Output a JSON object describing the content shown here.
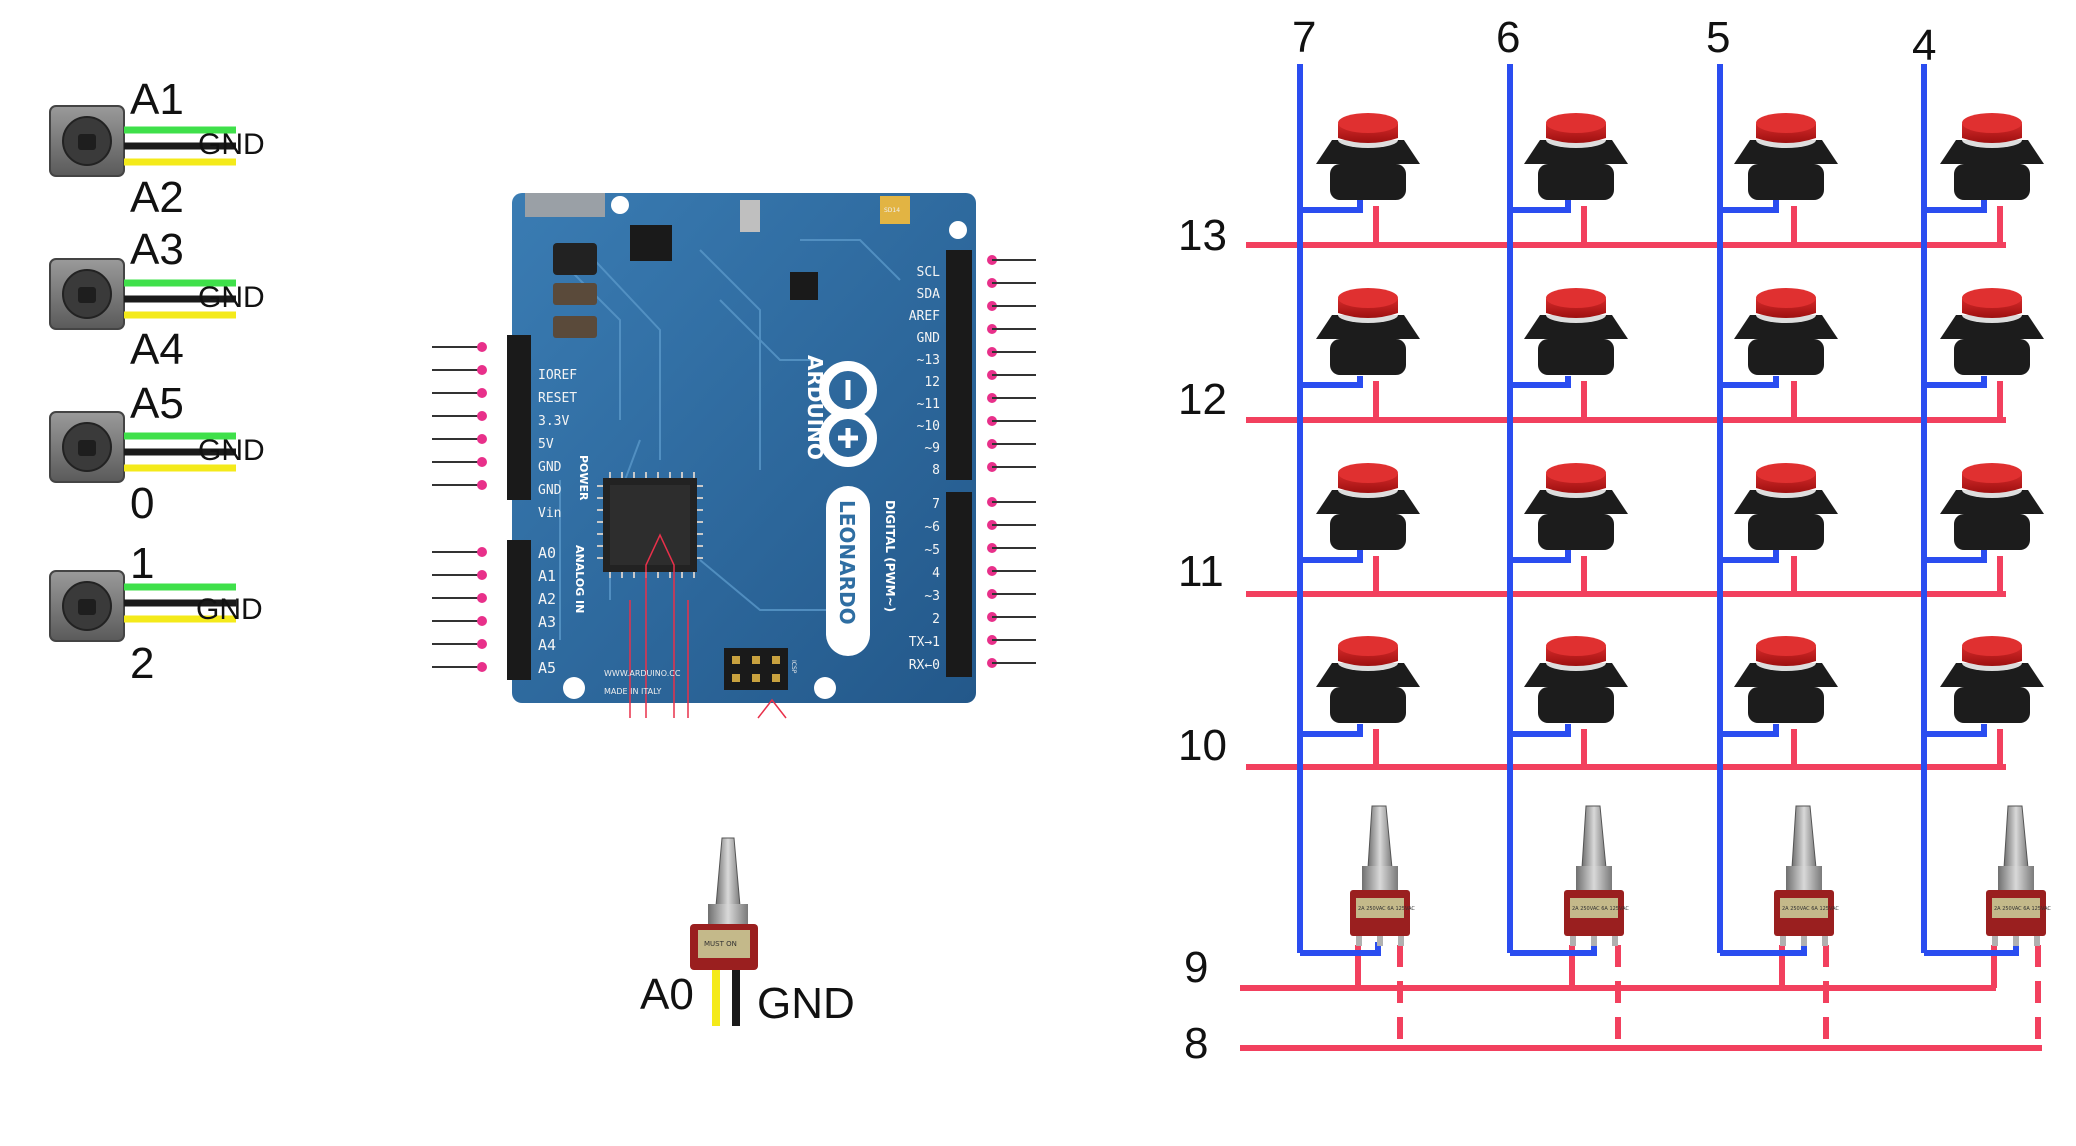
{
  "encoders": [
    {
      "top_label": "A1",
      "bottom_label": "A2",
      "gnd_label": "GND"
    },
    {
      "top_label": "A3",
      "bottom_label": "A4",
      "gnd_label": "GND"
    },
    {
      "top_label": "A5",
      "bottom_label": "0",
      "gnd_label": "GND"
    },
    {
      "top_label": "1",
      "bottom_label": "2",
      "gnd_label": "GND"
    }
  ],
  "board": {
    "brand": "ARDUINO",
    "model": "LEONARDO",
    "website": "WWW.ARDUINO.CC",
    "made_in": "MADE IN ITALY",
    "chip_label": "SD14",
    "icsp_label": "ICSP",
    "power_title": "POWER",
    "analog_title": "ANALOG IN",
    "digital_title": "DIGITAL (PWM~)",
    "power_pins": [
      "IOREF",
      "RESET",
      "3.3V",
      "5V",
      "GND",
      "GND",
      "Vin"
    ],
    "analog_pins": [
      "A0",
      "A1",
      "A2",
      "A3",
      "A4",
      "A5"
    ],
    "digital_top_pins": [
      "SCL",
      "SDA",
      "AREF",
      "GND",
      "~13",
      "12",
      "~11",
      "~10",
      "~9",
      "8"
    ],
    "digital_bottom_pins": [
      "7",
      "~6",
      "~5",
      "4",
      "~3",
      "2",
      "TX→1",
      "RX←0"
    ]
  },
  "toggle_switch": {
    "pin_label": "A0",
    "gnd_label": "GND",
    "body_text": "MUST ON"
  },
  "matrix": {
    "column_labels": [
      "7",
      "6",
      "5",
      "4"
    ],
    "button_row_labels": [
      "13",
      "12",
      "11",
      "10"
    ],
    "switch_row_labels": [
      "9",
      "8"
    ],
    "switch_body_text": "2A 250VAC 6A 125VAC"
  },
  "colors": {
    "column_wire": "#2a4df0",
    "row_wire": "#f2405e",
    "board": "#2f6ea2",
    "header_pin_dot": "#e8308a",
    "encoder_wire_green": "#3fe04a",
    "encoder_wire_black": "#1a1a1a",
    "encoder_wire_yellow": "#f4ea1a",
    "button_cap": "#d21c1c"
  }
}
